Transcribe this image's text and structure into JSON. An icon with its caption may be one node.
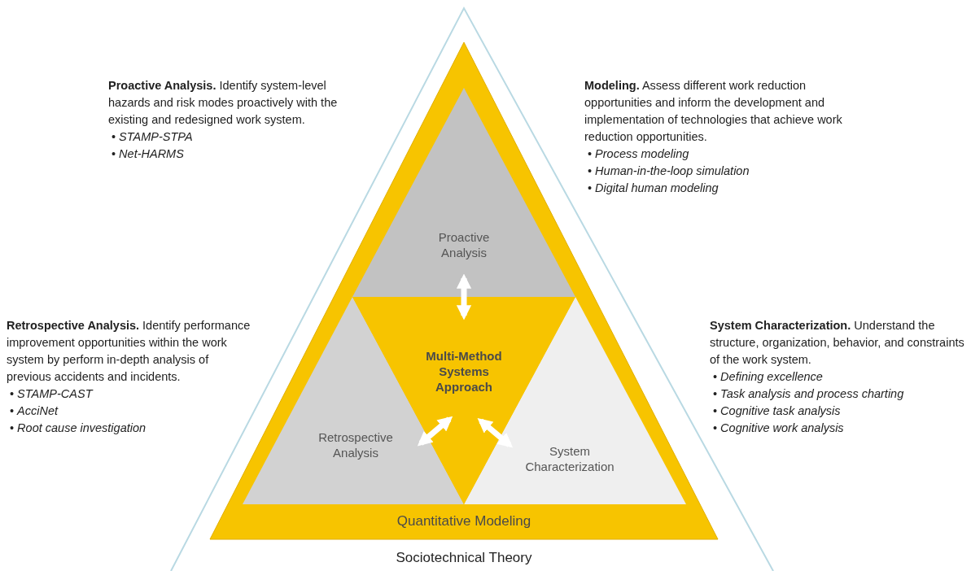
{
  "diagram": {
    "nodes": [
      {
        "text": [
          "Sociotechnical Theory"
        ]
      },
      {
        "text": [
          "Quantitative Modeling"
        ],
        "in": 0
      },
      {
        "text": [
          "Proactive Analysis"
        ],
        "in": 1
      },
      {
        "text": [
          "Retrospective Analysis"
        ],
        "in": 1
      },
      {
        "text": [
          "System Characterization"
        ],
        "in": 1
      },
      {
        "text": [
          "Multi-Method Systems Approach"
        ],
        "in": 1
      }
    ],
    "edges": [
      {
        "from": 2,
        "to": 5,
        "arrow": "both"
      },
      {
        "from": 3,
        "to": 5,
        "arrow": "both"
      },
      {
        "from": 4,
        "to": 5,
        "arrow": "both"
      }
    ],
    "labels": [
      "**Proactive Analysis.** Identify system-level hazards and risk modes proactively with the existing and redesigned work system.",
      "• *STAMP-STPA*",
      "• *Net-HARMS*",
      "**Modeling.** Assess different work reduction opportunities and inform the development and implementation of technologies that achieve work reduction opportunities.",
      "• *Process modeling*",
      "• *Human-in-the-loop simulation*",
      "• *Digital human modeling*",
      "**Retrospective Analysis.** Identify performance improvement opportunities within the work system by perform in-depth analysis of previous accidents and incidents.",
      "• *STAMP-CAST*",
      "• *AcciNet*",
      "• *Root cause investigation*",
      "**System Characterization.** Understand the structure, organization, behavior, and constraints of the work system.",
      "• *Defining excellence*",
      "• *Task analysis and process charting*",
      "• *Cognitive task analysis*",
      "• *Cognitive work analysis*"
    ]
  }
}
